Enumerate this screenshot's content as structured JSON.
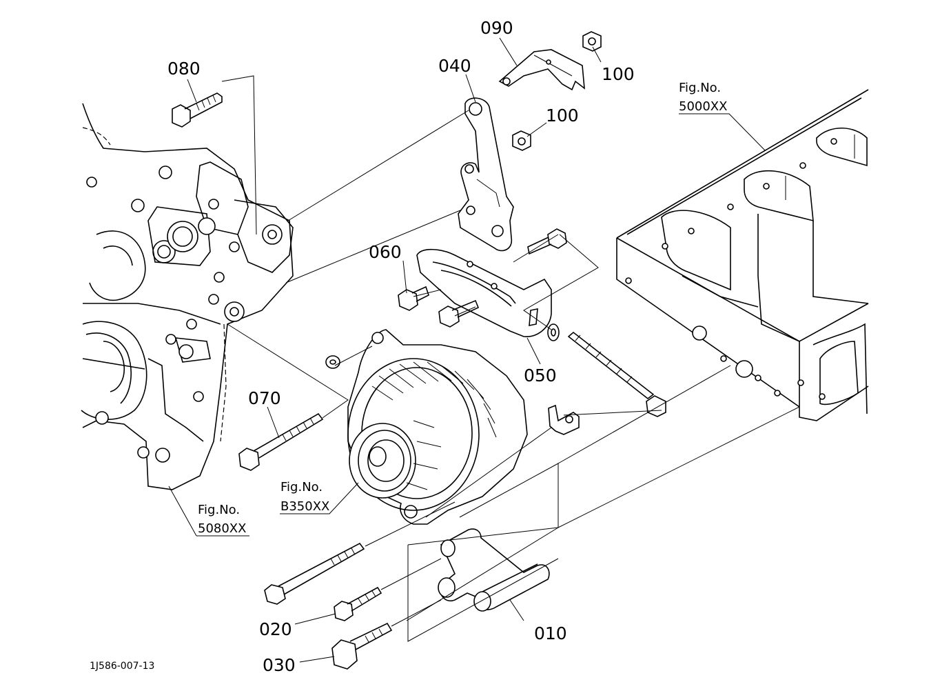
{
  "part_labels": {
    "p010": "010",
    "p020": "020",
    "p030": "030",
    "p040": "040",
    "p050": "050",
    "p060": "060",
    "p070": "070",
    "p080": "080",
    "p090": "090",
    "p100a": "100",
    "p100b": "100"
  },
  "figure_refs": {
    "fig_5000": {
      "prefix": "Fig.No.",
      "number": "5000XX"
    },
    "fig_5080": {
      "prefix": "Fig.No.",
      "number": "5080XX"
    },
    "fig_b350": {
      "prefix": "Fig.No.",
      "number": "B350XX"
    }
  },
  "diagram_code": "1J586-007-13"
}
